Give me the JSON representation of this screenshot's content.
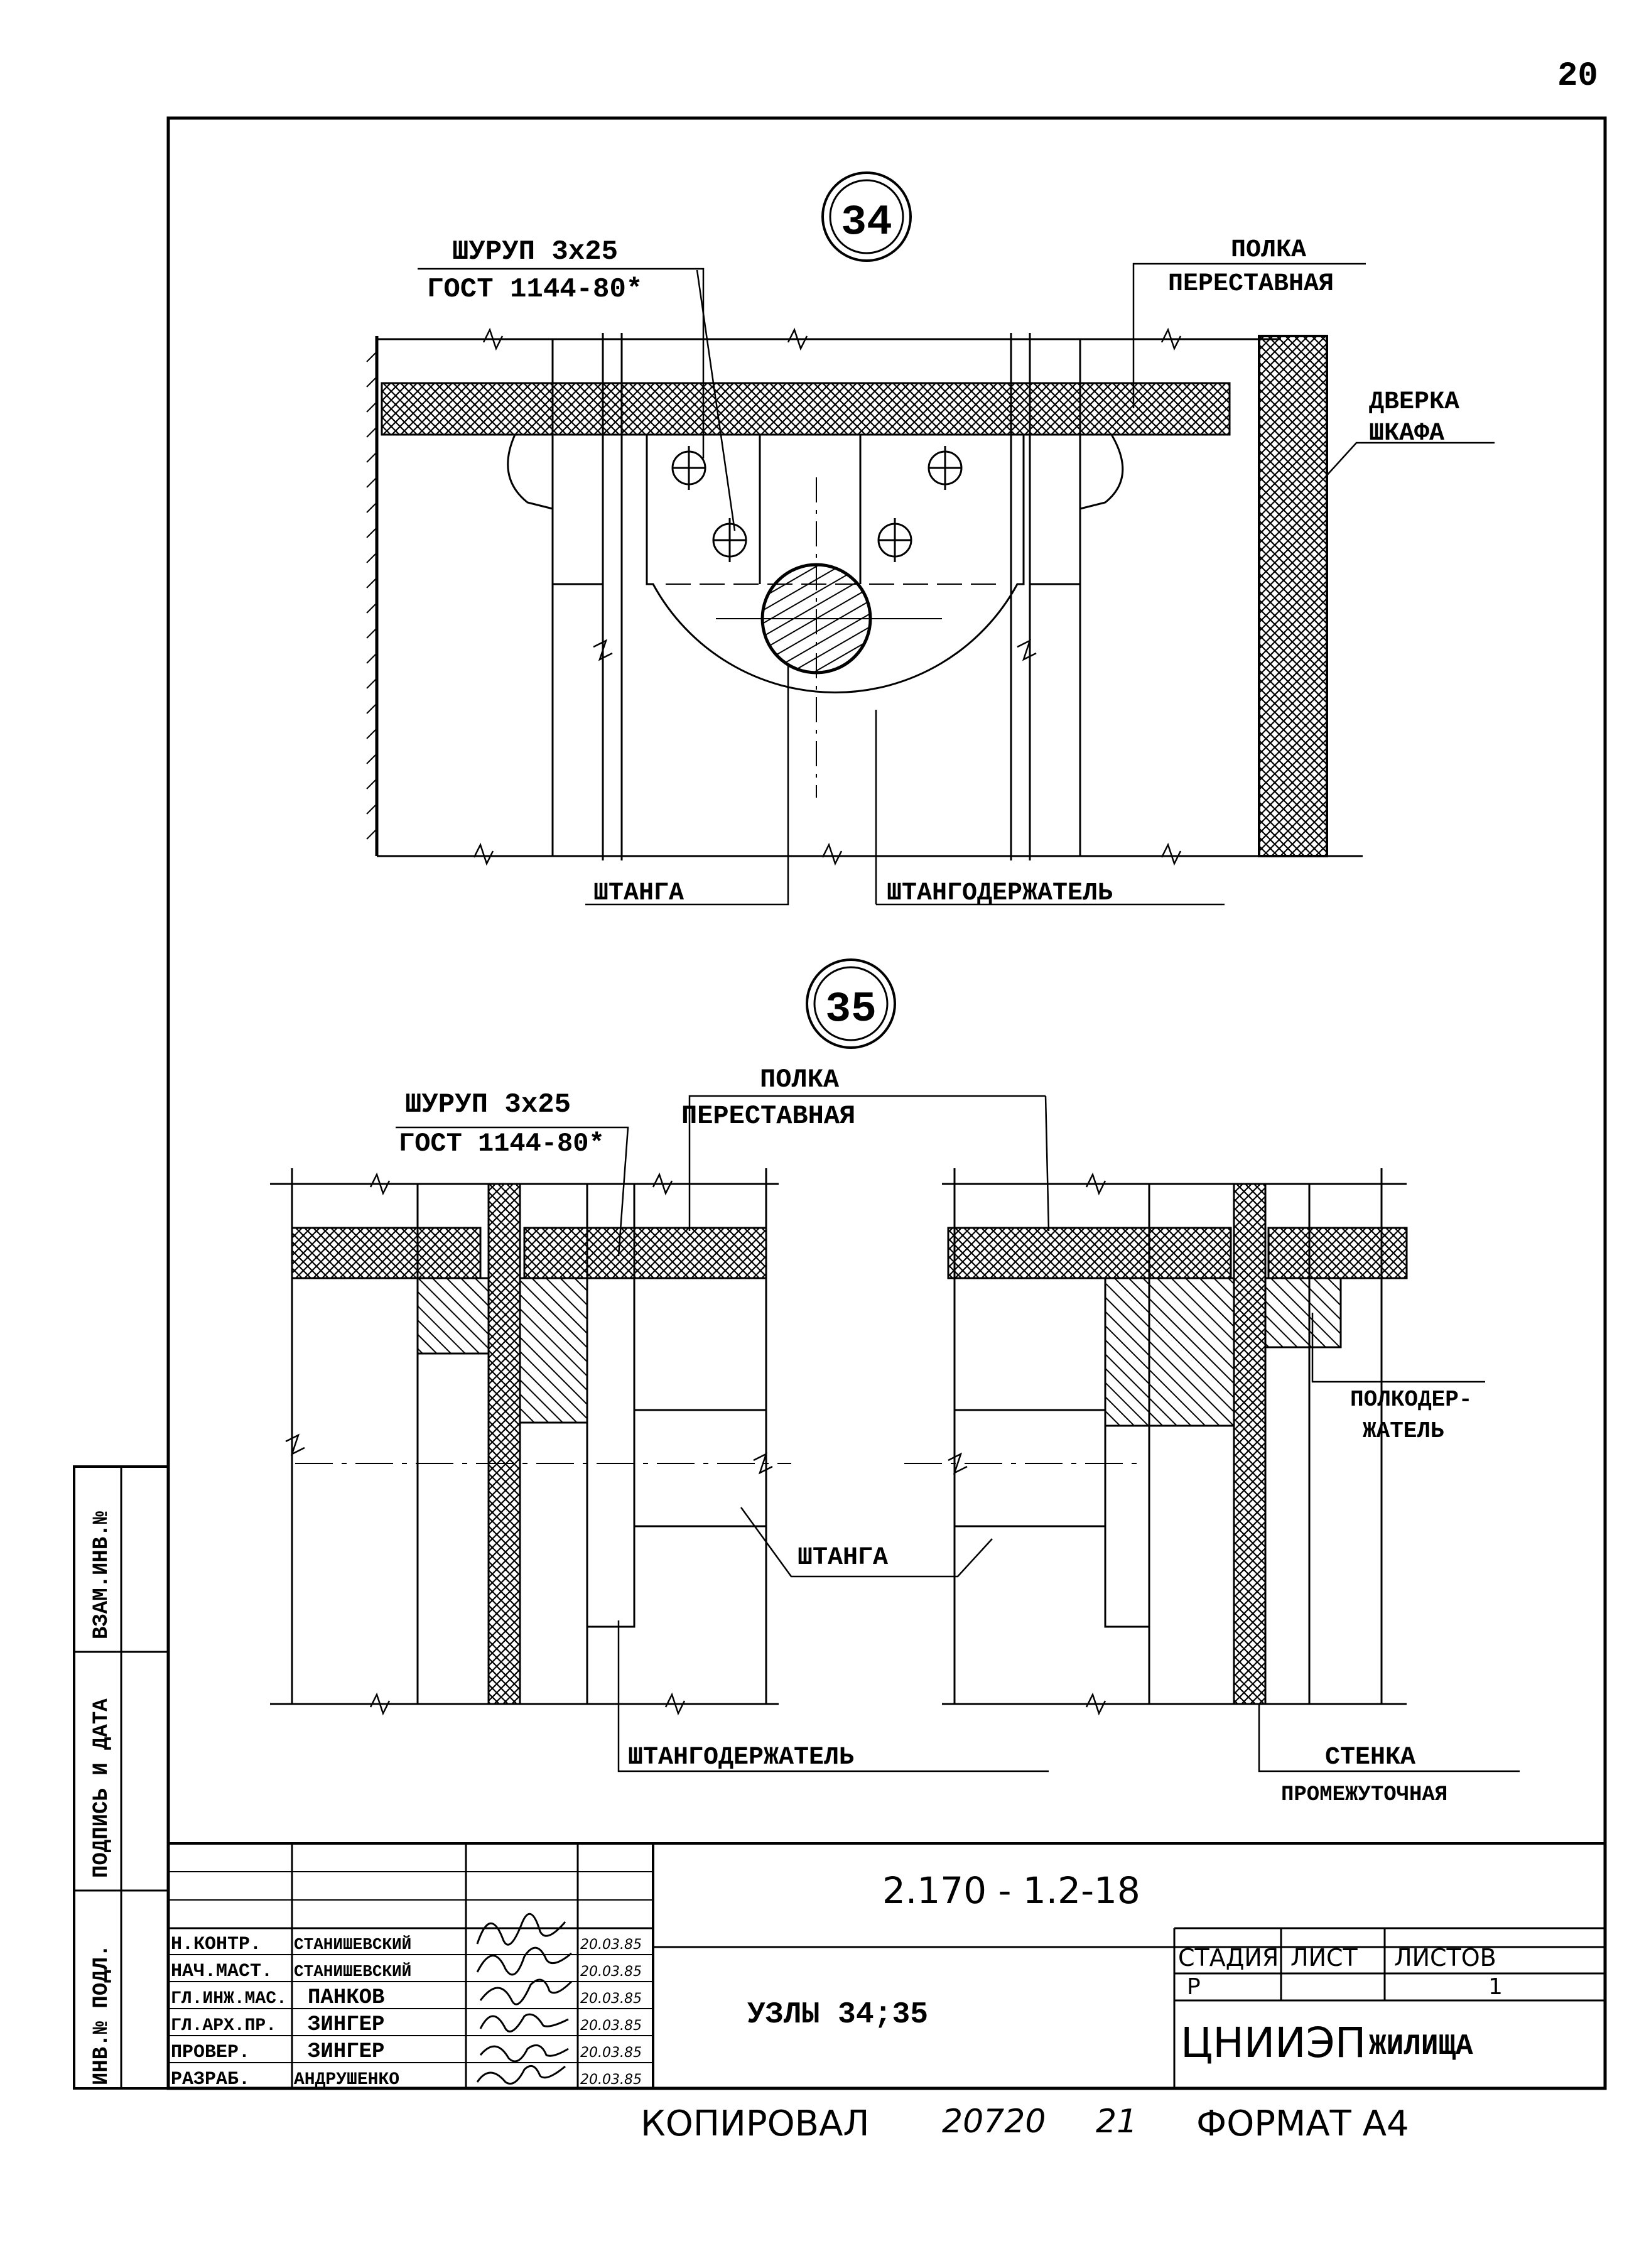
{
  "page_number": "20",
  "detail_34": {
    "node": "34",
    "screw_label": "ШУРУП 3х25",
    "screw_gost": "ГОСТ 1144-80*",
    "shelf_label_1": "ПОЛКА",
    "shelf_label_2": "ПЕРЕСТАВНАЯ",
    "door_label_1": "ДВЕРКА",
    "door_label_2": "ШКАФА",
    "rod_label": "ШТАНГА",
    "holder_label": "ШТАНГОДЕРЖАТЕЛЬ"
  },
  "detail_35": {
    "node": "35",
    "screw_label": "ШУРУП 3х25",
    "screw_gost": "ГОСТ 1144-80*",
    "shelf_label_1": "ПОЛКА",
    "shelf_label_2": "ПЕРЕСТАВНАЯ",
    "support_label_1": "ПОЛКОДЕР-",
    "support_label_2": "ЖАТЕЛЬ",
    "rod_label": "ШТАНГА",
    "holder_label": "ШТАНГОДЕРЖАТЕЛЬ",
    "wall_label_1": "СТЕНКА",
    "wall_label_2": "ПРОМЕЖУТОЧНАЯ"
  },
  "side_stamp": {
    "col1": "ИНВ.№ ПОДЛ.",
    "col2": "ПОДПИСЬ И ДАТА",
    "col3": "ВЗАМ.ИНВ.№"
  },
  "title_block": {
    "code": "2.170 - 1.2-18",
    "title": "УЗЛЫ 34;35",
    "stage_header": "СТАДИЯ",
    "sheet_header": "ЛИСТ",
    "sheets_header": "ЛИСТОВ",
    "stage": "Р",
    "sheet": "",
    "sheets": "1",
    "org_1": "ЦНИИЭП",
    "org_2": "ЖИЛИЩА",
    "rows": [
      {
        "role": "Н.КОНТР.",
        "name": "СТАНИШЕВСКИЙ",
        "date": "20.03.85"
      },
      {
        "role": "НАЧ.МАСТ.",
        "name": "СТАНИШЕВСКИЙ",
        "date": "20.03.85"
      },
      {
        "role": "ГЛ.ИНЖ.МАС.",
        "name": "ПАНКОВ",
        "date": "20.03.85"
      },
      {
        "role": "ГЛ.АРХ.ПР.",
        "name": "ЗИНГЕР",
        "date": "20.03.85"
      },
      {
        "role": "ПРОВЕР.",
        "name": "ЗИНГЕР",
        "date": "20.03.85"
      },
      {
        "role": "РАЗРАБ.",
        "name": "АНДРУШЕНКО",
        "date": "20.03.85"
      }
    ]
  },
  "footer": {
    "copied": "КОПИРОВАЛ",
    "order": "20720",
    "num": "21",
    "format": "ФОРМАТ А4"
  }
}
